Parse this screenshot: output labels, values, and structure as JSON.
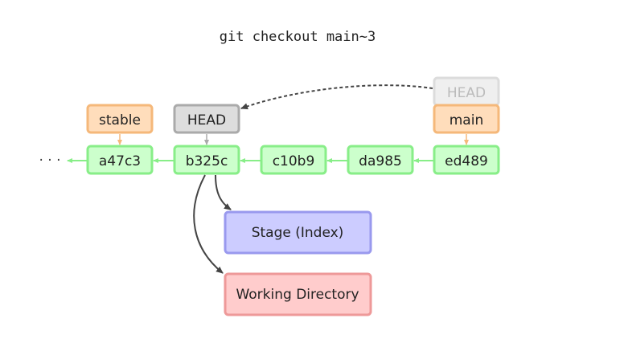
{
  "command": "git checkout main~3",
  "ellipsis": "· · ·",
  "commits": [
    {
      "id": "a47c3"
    },
    {
      "id": "b325c"
    },
    {
      "id": "c10b9"
    },
    {
      "id": "da985"
    },
    {
      "id": "ed489"
    }
  ],
  "refs": {
    "stable": "stable",
    "head": "HEAD",
    "main": "main",
    "old_head": "HEAD"
  },
  "areas": {
    "stage": "Stage (Index)",
    "working": "Working Directory"
  },
  "colors": {
    "commit_fill": "#ccffcc",
    "commit_stroke": "#88ee88",
    "branch_fill": "#ffddbb",
    "branch_stroke": "#f5b87a",
    "head_fill": "#dddddd",
    "head_stroke": "#aaaaaa",
    "ghost_fill": "#efefef",
    "ghost_stroke": "#dcdcdc",
    "ghost_text": "#bbbbbb",
    "stage_fill": "#ccccff",
    "stage_stroke": "#9999ee",
    "working_fill": "#ffcccc",
    "working_stroke": "#ee9999",
    "arrow_dark": "#444444"
  }
}
